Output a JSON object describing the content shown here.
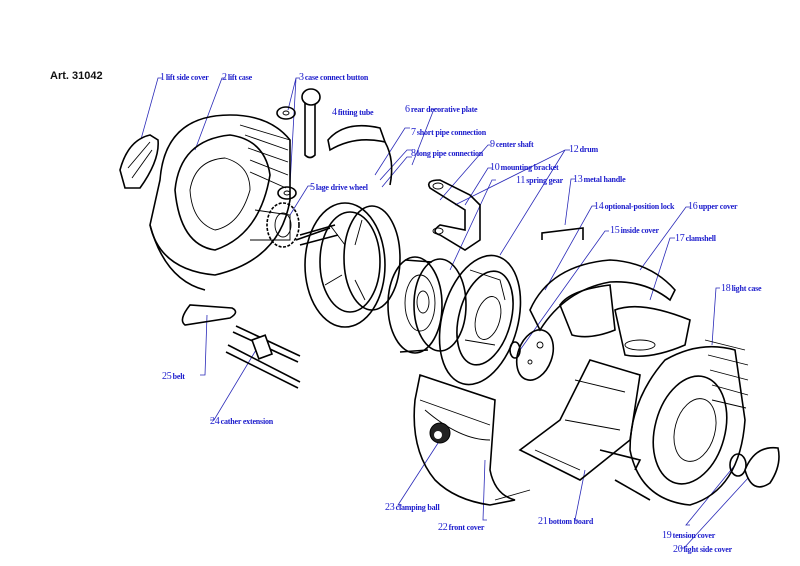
{
  "article": "Art. 31042",
  "colors": {
    "label": "#1a1acc",
    "leader": "#2a2ab8",
    "ink": "#000000"
  },
  "parts": [
    {
      "num": "1",
      "name": "lift side cover"
    },
    {
      "num": "2",
      "name": "lift case"
    },
    {
      "num": "3",
      "name": "case connect button"
    },
    {
      "num": "4",
      "name": "fitting tube"
    },
    {
      "num": "5",
      "name": "lage drive wheel"
    },
    {
      "num": "6",
      "name": "rear decorative plate"
    },
    {
      "num": "7",
      "name": "short pipe connection"
    },
    {
      "num": "8",
      "name": "long pipe connection"
    },
    {
      "num": "9",
      "name": "center shaft"
    },
    {
      "num": "10",
      "name": "mounting bracket"
    },
    {
      "num": "11",
      "name": "spring gear"
    },
    {
      "num": "12",
      "name": "drum"
    },
    {
      "num": "13",
      "name": "metal handle"
    },
    {
      "num": "14",
      "name": "optional-position lock"
    },
    {
      "num": "15",
      "name": "inside cover"
    },
    {
      "num": "16",
      "name": "upper cover"
    },
    {
      "num": "17",
      "name": "clamshell"
    },
    {
      "num": "18",
      "name": "light case"
    },
    {
      "num": "19",
      "name": "tension cover"
    },
    {
      "num": "20",
      "name": "light side cover"
    },
    {
      "num": "21",
      "name": "bottom board"
    },
    {
      "num": "22",
      "name": "front cover"
    },
    {
      "num": "23",
      "name": "clamping ball"
    },
    {
      "num": "24",
      "name": "cather extension"
    },
    {
      "num": "25",
      "name": "belt"
    }
  ]
}
